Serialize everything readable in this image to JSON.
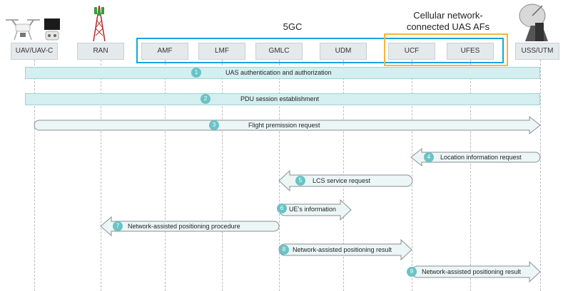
{
  "entities": {
    "uav": "UAV/UAV-C",
    "ran": "RAN",
    "amf": "AMF",
    "lmf": "LMF",
    "gmlc": "GMLC",
    "udm": "UDM",
    "ucf": "UCF",
    "ufes": "UFES",
    "uss": "USS/UTM"
  },
  "groups": {
    "core": "5GC",
    "af_line1": "Cellular network-",
    "af_line2": "connected UAS AFs"
  },
  "steps": [
    {
      "num": "1",
      "label": "UAS authentication and authorization"
    },
    {
      "num": "2",
      "label": "PDU session establishment"
    },
    {
      "num": "3",
      "label": "Flight premission request"
    },
    {
      "num": "4",
      "label": "Location information request"
    },
    {
      "num": "5",
      "label": "LCS service request"
    },
    {
      "num": "6",
      "label": "UE’s information"
    },
    {
      "num": "7",
      "label": "Network-assisted positioning procedure"
    },
    {
      "num": "8",
      "label": "Network-assisted positioning result"
    },
    {
      "num": "9",
      "label": "Network-assisted positioning result"
    }
  ],
  "colors": {
    "core_border": "#1aa3dd",
    "af_border": "#f4b63c",
    "step_badge": "#6ac3c6",
    "bar_fill": "#d5eeef",
    "arrow_fill": "#ecf6f6"
  }
}
